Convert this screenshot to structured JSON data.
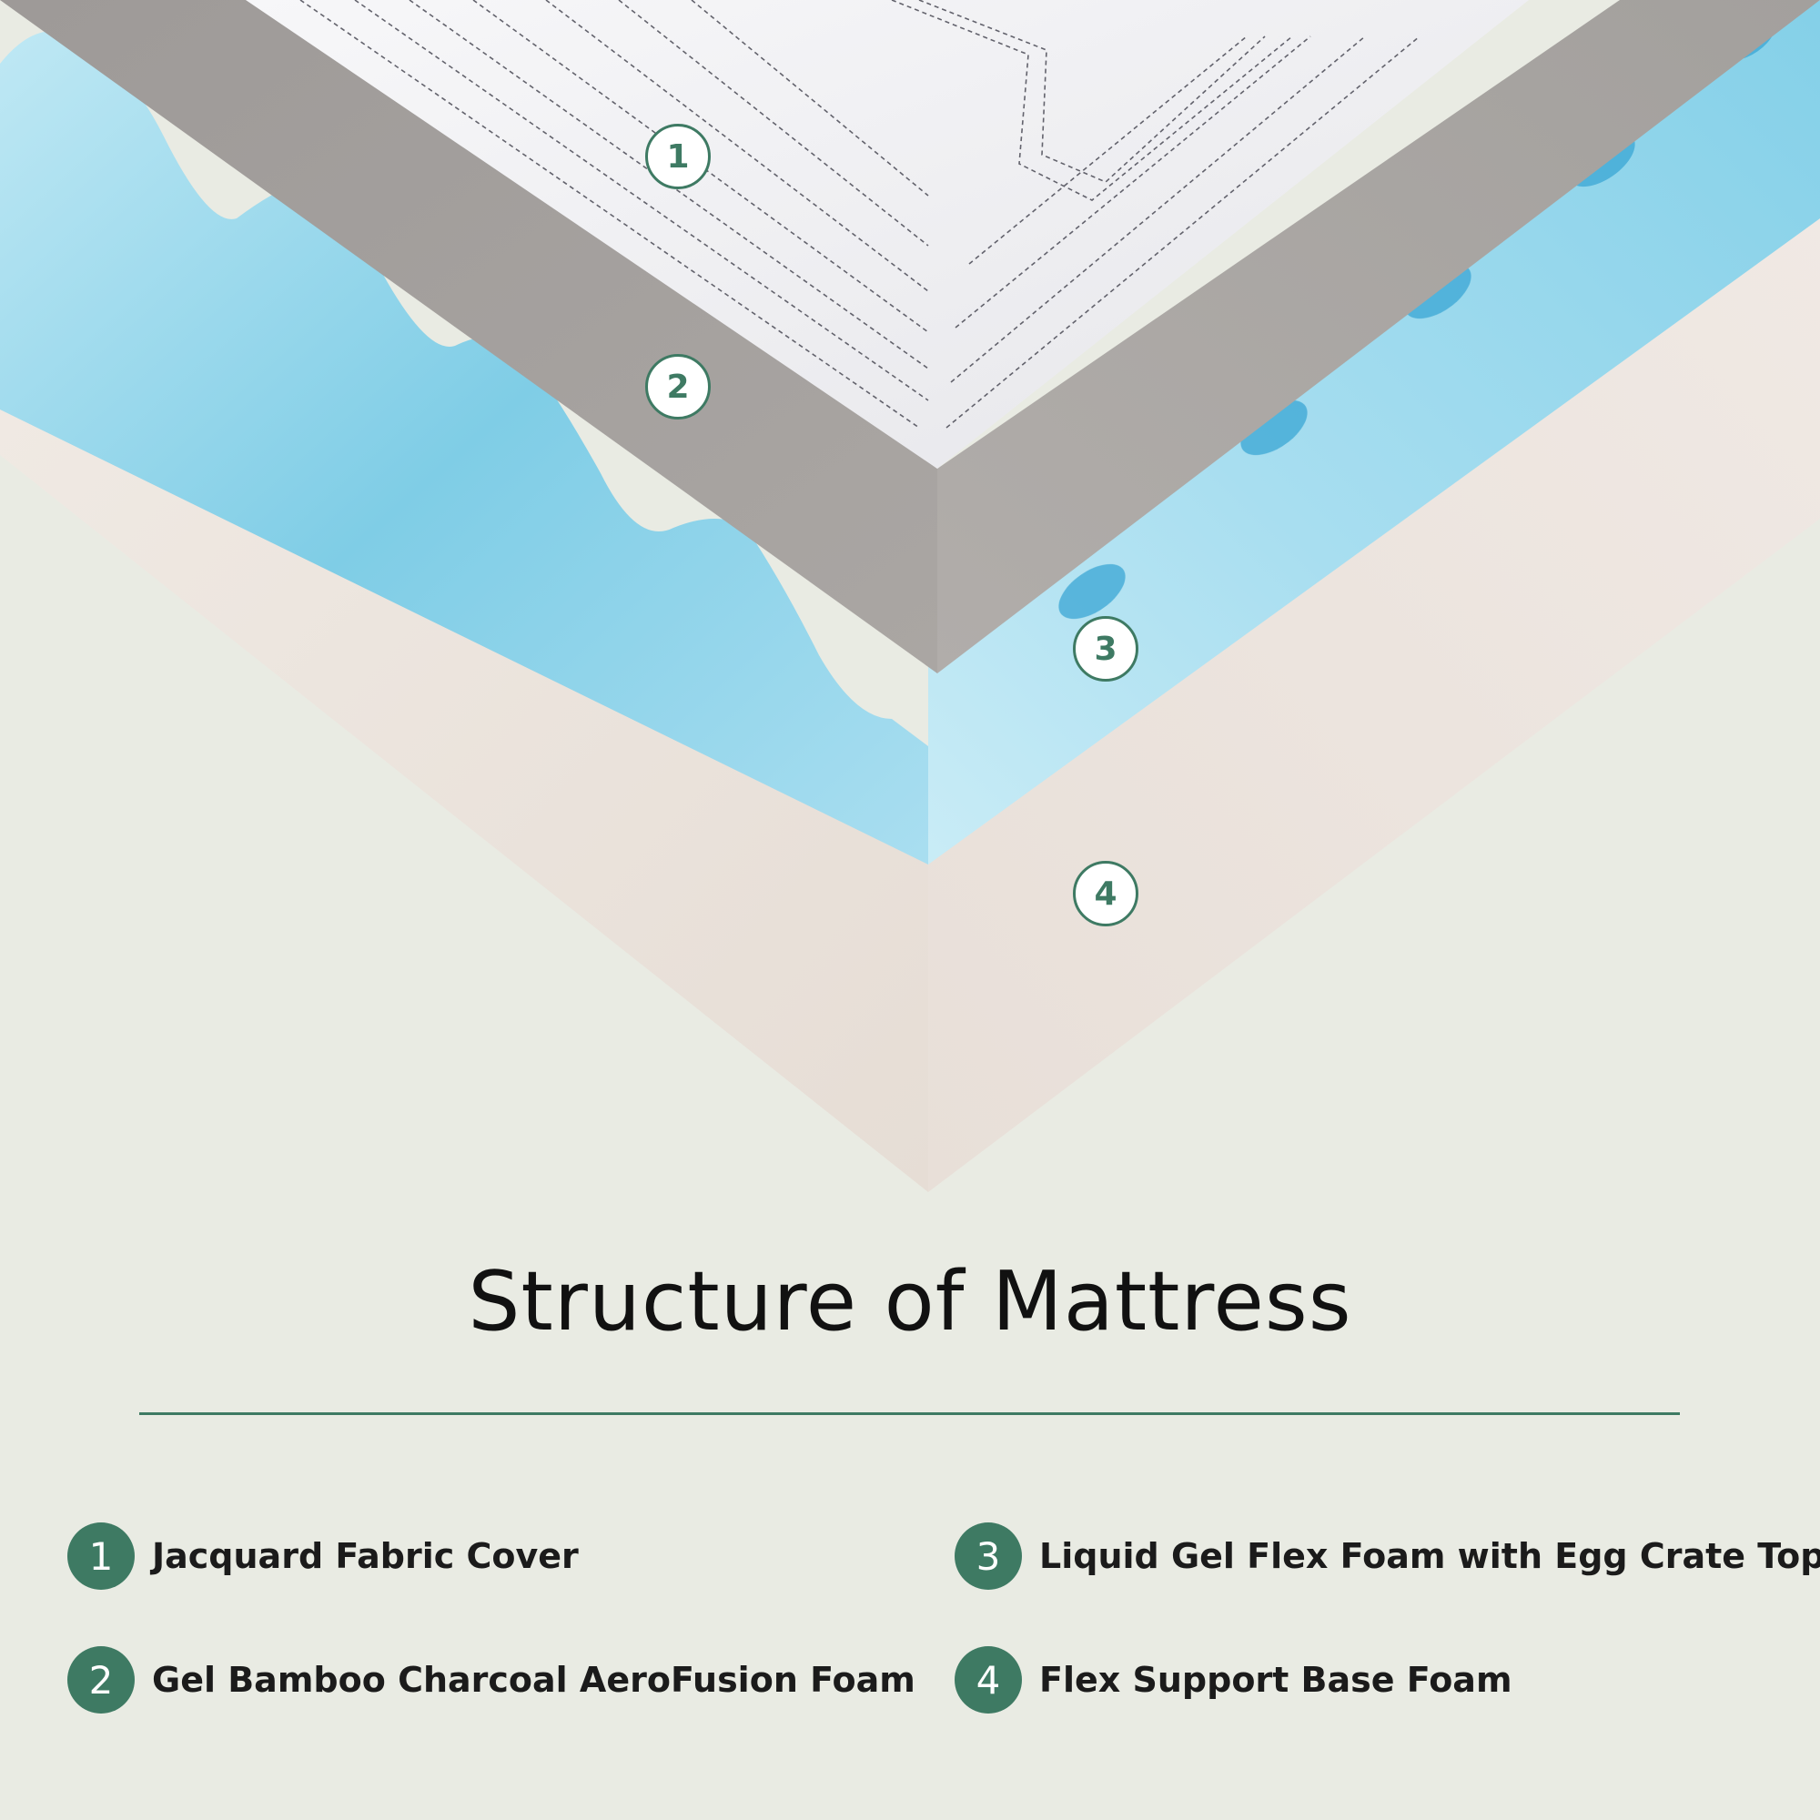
{
  "title": "Structure of Mattress",
  "callouts": [
    "1",
    "2",
    "3",
    "4"
  ],
  "layers": [
    {
      "number": "1",
      "label": "Jacquard Fabric Cover"
    },
    {
      "number": "2",
      "label": "Gel Bamboo Charcoal AeroFusion Foam"
    },
    {
      "number": "3",
      "label": "Liquid Gel Flex Foam with Egg Crate Top"
    },
    {
      "number": "4",
      "label": "Flex Support Base Foam"
    }
  ],
  "colors": {
    "accent": "#3e7a63",
    "background": "#e9ebe3",
    "base_foam": "#ece5df",
    "gel_foam": "#8fd3e8",
    "charcoal_foam": "#a6a2a0",
    "fabric_cover": "#f2f2f4"
  }
}
